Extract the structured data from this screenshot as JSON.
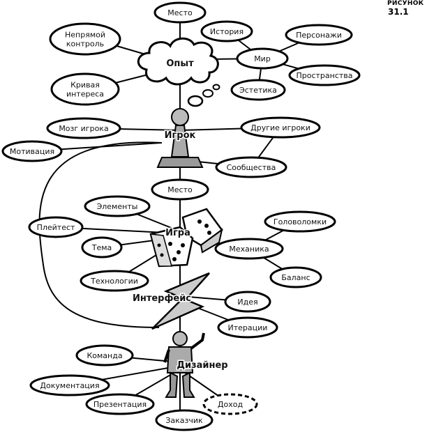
{
  "figure": {
    "label": "РИСУНОК",
    "number": "31.1"
  },
  "hubs": {
    "experience": "Опыт",
    "player": "Игрок",
    "game": "Игра",
    "interface": "Интерфейс",
    "designer": "Дизайнер"
  },
  "nodes": {
    "place_top": "Место",
    "indirect_control": "Непрямой\nконтроль",
    "interest_curve": "Кривая\nинтереса",
    "story": "История",
    "world": "Мир",
    "characters": "Персонажи",
    "spaces": "Пространства",
    "aesthetics": "Эстетика",
    "player_mind": "Мозг игрока",
    "other_players": "Другие игроки",
    "motivation": "Мотивация",
    "communities": "Сообщества",
    "place_game": "Место",
    "elements": "Элементы",
    "playtest": "Плейтест",
    "puzzles": "Головоломки",
    "theme": "Тема",
    "mechanics": "Механика",
    "technology": "Технологии",
    "balance": "Баланс",
    "idea": "Идея",
    "iterations": "Итерации",
    "team": "Команда",
    "documentation": "Документация",
    "presentation": "Презентация",
    "profit": "Доход",
    "client": "Заказчик"
  }
}
